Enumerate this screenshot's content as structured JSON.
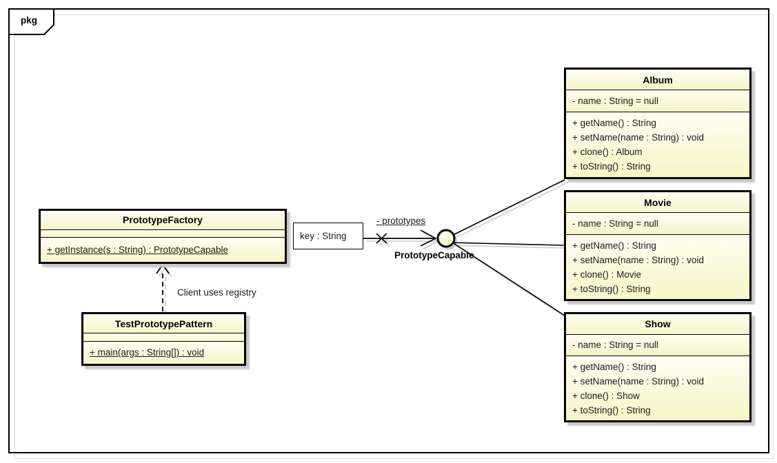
{
  "package": {
    "tag": "pkg"
  },
  "classes": {
    "factory": {
      "name": "PrototypeFactory",
      "attributes": [],
      "methods": [
        "+ getInstance(s : String) : PrototypeCapable"
      ]
    },
    "test": {
      "name": "TestPrototypePattern",
      "attributes": [],
      "methods": [
        "+ main(args : String[]) : void"
      ]
    },
    "album": {
      "name": "Album",
      "attributes": [
        "- name : String = null"
      ],
      "methods": [
        "+ getName() : String",
        "+ setName(name : String) : void",
        "+ clone() : Album",
        "+ toString() : String"
      ]
    },
    "movie": {
      "name": "Movie",
      "attributes": [
        "- name : String = null"
      ],
      "methods": [
        "+ getName() : String",
        "+ setName(name : String) : void",
        "+ clone() : Movie",
        "+ toString() : String"
      ]
    },
    "show": {
      "name": "Show",
      "attributes": [
        "- name : String = null"
      ],
      "methods": [
        "+ getName() : String",
        "+ setName(name : String) : void",
        "+ clone() : Show",
        "+ toString() : String"
      ]
    }
  },
  "labels": {
    "qualifier": "key : String",
    "role": "- prototypes",
    "interface": "PrototypeCapable",
    "note": "Client uses registry"
  },
  "colors": {
    "class_fill_top": "#fefef2",
    "class_fill_bottom": "#f6f6c8",
    "border": "#000000",
    "box_shadow": "#c9c9c9",
    "connector": "#000000",
    "connector_shadow": "#d4d4d4",
    "frame_shadow": "#dcdcdc"
  }
}
